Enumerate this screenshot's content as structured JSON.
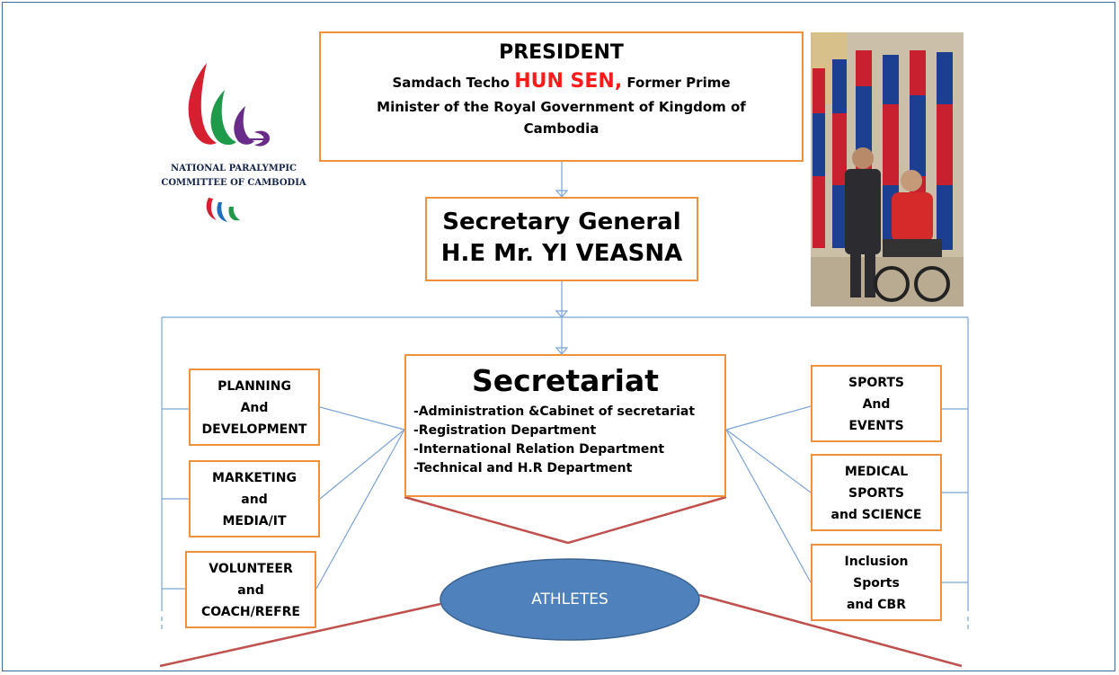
{
  "logo": {
    "line1": "NATIONAL PARALYMPIC",
    "line2": "COMMITTEE OF CAMBODIA"
  },
  "president": {
    "title": "PRESIDENT",
    "prefix": "Samdach Techo ",
    "name": "HUN SEN,",
    "suffix": " Former Prime",
    "line2": "Minister of the Royal Government of Kingdom of",
    "line3": "Cambodia",
    "name_color": "#ff1a1a"
  },
  "secretary_general": {
    "title": "Secretary General",
    "name": "H.E Mr. YI VEASNA"
  },
  "secretariat": {
    "title": "Secretariat",
    "items": [
      "-Administration &Cabinet of secretariat",
      "-Registration Department",
      "-International Relation Department",
      "-Technical and H.R Department"
    ]
  },
  "left_units": [
    [
      "PLANNING",
      "And",
      "DEVELOPMENT"
    ],
    [
      "MARKETING",
      "and",
      "MEDIA/IT"
    ],
    [
      "VOLUNTEER",
      "and",
      "COACH/REFRE"
    ]
  ],
  "right_units": [
    [
      "SPORTS",
      "And",
      "EVENTS"
    ],
    [
      "MEDICAL",
      "SPORTS",
      "and SCIENCE"
    ],
    [
      "Inclusion",
      "Sports",
      "and CBR"
    ]
  ],
  "athletes": "ATHLETES",
  "colors": {
    "box_border": "#f0923b",
    "connector": "#7aa3d6",
    "athlete_line": "#c0504d",
    "ellipse_fill": "#4f81bd",
    "frame": "#3f6a9a"
  }
}
